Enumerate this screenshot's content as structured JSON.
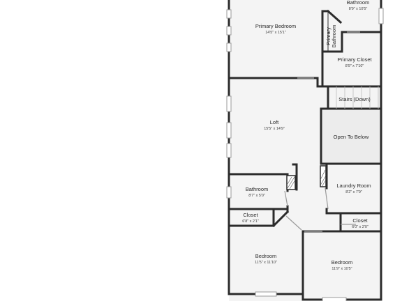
{
  "colors": {
    "floor": "#f4f4f4",
    "wall": "#2b2b2b",
    "open_to_below": "#ececec",
    "text": "#2a2a2a"
  },
  "rooms": [
    {
      "id": "bathroom-top",
      "name": "Bathroom",
      "dims": "8'9\" x 10'5\""
    },
    {
      "id": "primary-bedroom",
      "name": "Primary Bedroom",
      "dims": "14'5\" x 15'1\""
    },
    {
      "id": "primary-bathroom",
      "name_line1": "Primary",
      "name_line2": "Bathroom"
    },
    {
      "id": "primary-closet",
      "name": "Primary Closet",
      "dims": "8'9\" x 7'10\""
    },
    {
      "id": "stairs",
      "name": "Stairs (Down)"
    },
    {
      "id": "loft",
      "name": "Loft",
      "dims": "15'5\" x 14'9\""
    },
    {
      "id": "open-to-below",
      "name": "Open To Below"
    },
    {
      "id": "bathroom",
      "name": "Bathroom",
      "dims": "8'7\" x 5'0\""
    },
    {
      "id": "laundry",
      "name": "Laundry Room",
      "dims": "8'2\" x 7'9\""
    },
    {
      "id": "closet-left",
      "name": "Closet",
      "dims": "6'8\" x 2'1\""
    },
    {
      "id": "closet-right",
      "name": "Closet",
      "dims": "6'0\" x 2'0\""
    },
    {
      "id": "bedroom-left",
      "name": "Bedroom",
      "dims": "11'5\" x 11'10\""
    },
    {
      "id": "bedroom-right",
      "name": "Bedroom",
      "dims": "11'9\" x 10'5\""
    }
  ]
}
